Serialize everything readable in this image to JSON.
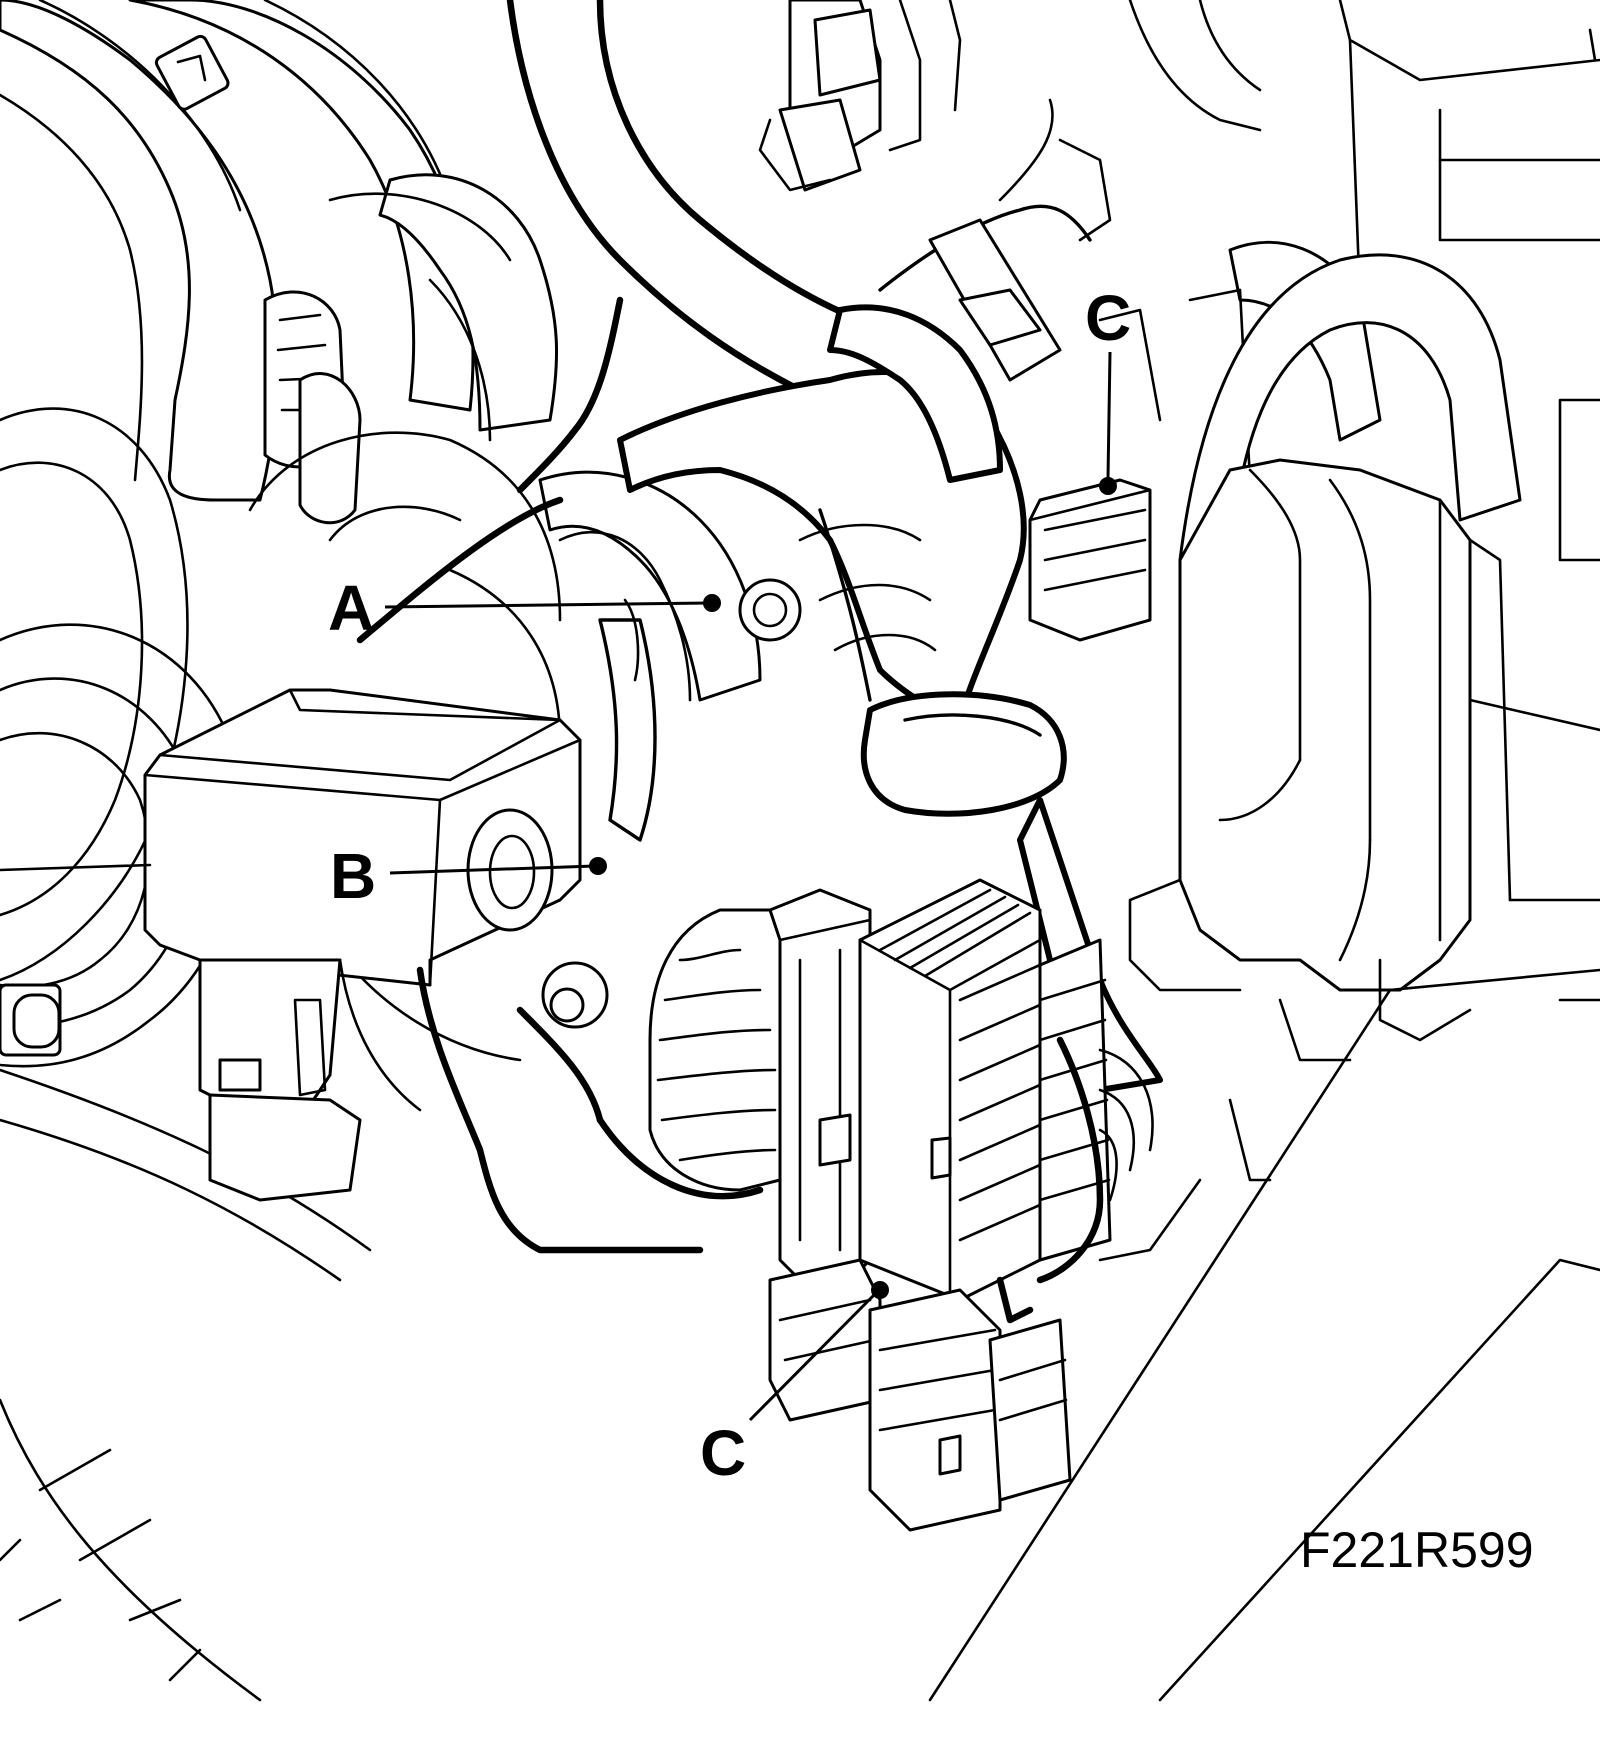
{
  "diagram": {
    "callouts": {
      "a": "A",
      "b": "B",
      "c_upper": "C",
      "c_lower": "C"
    },
    "figure_id": "F221R599",
    "colors": {
      "line": "#000000",
      "background": "#ffffff"
    }
  }
}
